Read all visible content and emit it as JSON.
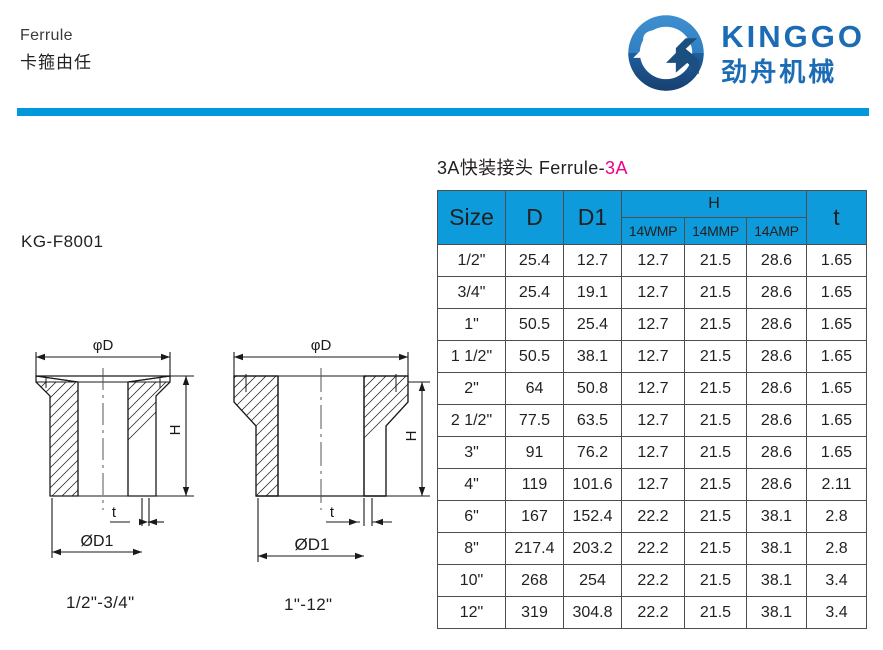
{
  "header": {
    "product_en": "Ferrule",
    "product_cn": "卡箍由任",
    "rule_color": "#0098da",
    "brand": {
      "latin": "KINGGO",
      "chinese": "劲舟机械",
      "color": "#1b6cb5",
      "logo_icon": "kinggo-logo-icon"
    }
  },
  "model": {
    "code": "KG-F8001"
  },
  "drawings": [
    {
      "id": "small-ferrule",
      "caption": "1/2\"-3/4\"",
      "labels": {
        "outer_diameter": "φD",
        "height": "H",
        "thickness": "t",
        "inner_diameter": "ØD1"
      }
    },
    {
      "id": "large-ferrule",
      "caption": "1\"-12\"",
      "labels": {
        "outer_diameter": "φD",
        "height": "H",
        "thickness": "t",
        "inner_diameter": "ØD1"
      }
    }
  ],
  "table": {
    "title_cn": "3A快装接头 ",
    "title_en": "Ferrule-",
    "title_accent": "3A",
    "header_color": "#0e9bdb",
    "accent_color": "#ec008c",
    "columns": {
      "size": "Size",
      "d": "D",
      "d1": "D1",
      "h_group": "H",
      "h_sub": [
        "14WMP",
        "14MMP",
        "14AMP"
      ],
      "t": "t"
    },
    "rows": [
      {
        "size": "1/2\"",
        "d": "25.4",
        "d1": "12.7",
        "h1": "12.7",
        "h2": "21.5",
        "h3": "28.6",
        "t": "1.65"
      },
      {
        "size": "3/4\"",
        "d": "25.4",
        "d1": "19.1",
        "h1": "12.7",
        "h2": "21.5",
        "h3": "28.6",
        "t": "1.65"
      },
      {
        "size": "1\"",
        "d": "50.5",
        "d1": "25.4",
        "h1": "12.7",
        "h2": "21.5",
        "h3": "28.6",
        "t": "1.65"
      },
      {
        "size": "1 1/2\"",
        "d": "50.5",
        "d1": "38.1",
        "h1": "12.7",
        "h2": "21.5",
        "h3": "28.6",
        "t": "1.65"
      },
      {
        "size": "2\"",
        "d": "64",
        "d1": "50.8",
        "h1": "12.7",
        "h2": "21.5",
        "h3": "28.6",
        "t": "1.65"
      },
      {
        "size": "2 1/2\"",
        "d": "77.5",
        "d1": "63.5",
        "h1": "12.7",
        "h2": "21.5",
        "h3": "28.6",
        "t": "1.65"
      },
      {
        "size": "3\"",
        "d": "91",
        "d1": "76.2",
        "h1": "12.7",
        "h2": "21.5",
        "h3": "28.6",
        "t": "1.65"
      },
      {
        "size": "4\"",
        "d": "119",
        "d1": "101.6",
        "h1": "12.7",
        "h2": "21.5",
        "h3": "28.6",
        "t": "2.11"
      },
      {
        "size": "6\"",
        "d": "167",
        "d1": "152.4",
        "h1": "22.2",
        "h2": "21.5",
        "h3": "38.1",
        "t": "2.8"
      },
      {
        "size": "8\"",
        "d": "217.4",
        "d1": "203.2",
        "h1": "22.2",
        "h2": "21.5",
        "h3": "38.1",
        "t": "2.8"
      },
      {
        "size": "10\"",
        "d": "268",
        "d1": "254",
        "h1": "22.2",
        "h2": "21.5",
        "h3": "38.1",
        "t": "3.4"
      },
      {
        "size": "12\"",
        "d": "319",
        "d1": "304.8",
        "h1": "22.2",
        "h2": "21.5",
        "h3": "38.1",
        "t": "3.4"
      }
    ]
  }
}
